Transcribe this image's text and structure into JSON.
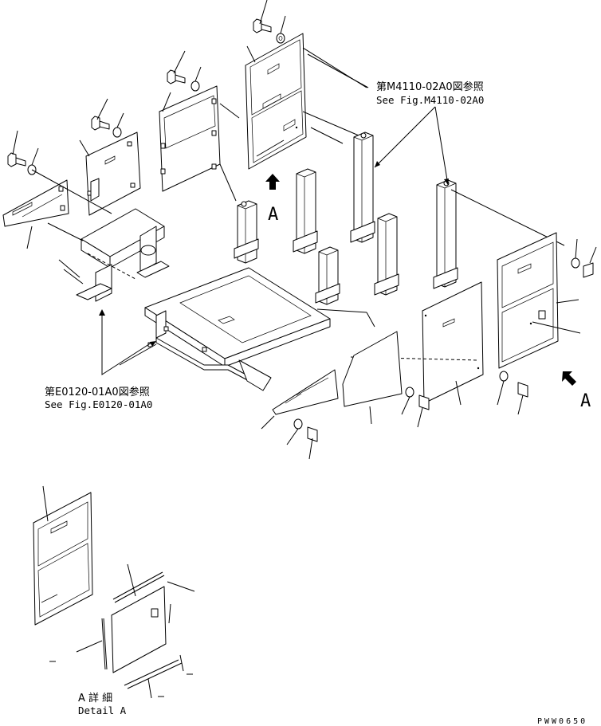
{
  "references": {
    "upper_jp": "第M4110-02A0図参照",
    "upper_en": "See Fig.M4110-02A0",
    "lower_jp": "第E0120-01A0図参照",
    "lower_en": "See Fig.E0120-01A0"
  },
  "view_labels": {
    "arrow_a_top": "A",
    "arrow_a_right": "A"
  },
  "detail": {
    "title_jp": "A 詳 細",
    "title_en": "Detail A"
  },
  "drawing_code": "PWW0650"
}
